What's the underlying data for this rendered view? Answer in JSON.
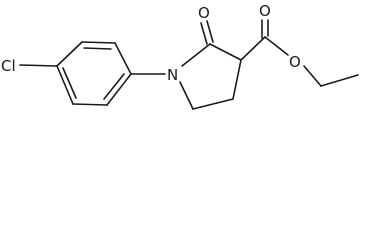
{
  "molecule": {
    "atoms": {
      "chlorine": "Cl",
      "nitrogen": "N",
      "oxo_oxygen": "O",
      "ester_carbonyl_oxygen": "O",
      "ester_ether_oxygen": "O"
    },
    "bond_color": "#1a1a1a",
    "background_color": "#ffffff"
  }
}
